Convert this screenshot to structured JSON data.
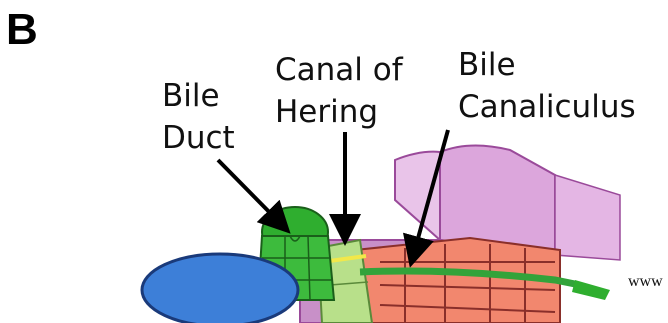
{
  "panel_letter": "B",
  "labels": {
    "bile_duct_line1": "Bile",
    "bile_duct_line2": "Duct",
    "canal_line1": "Canal of",
    "canal_line2": "Hering",
    "canaliculus_line1": "Bile",
    "canaliculus_line2": "Canaliculus"
  },
  "watermark": "www",
  "colors": {
    "bile_duct": "#2fae2f",
    "canal_of_hering": "#b8e08a",
    "canaliculus": "#33a33a",
    "hepatocytes": "#f2876e",
    "vessel": "#3d7fd8",
    "tissue": "#dca6dc",
    "junction_yellow": "#f2e84a"
  }
}
